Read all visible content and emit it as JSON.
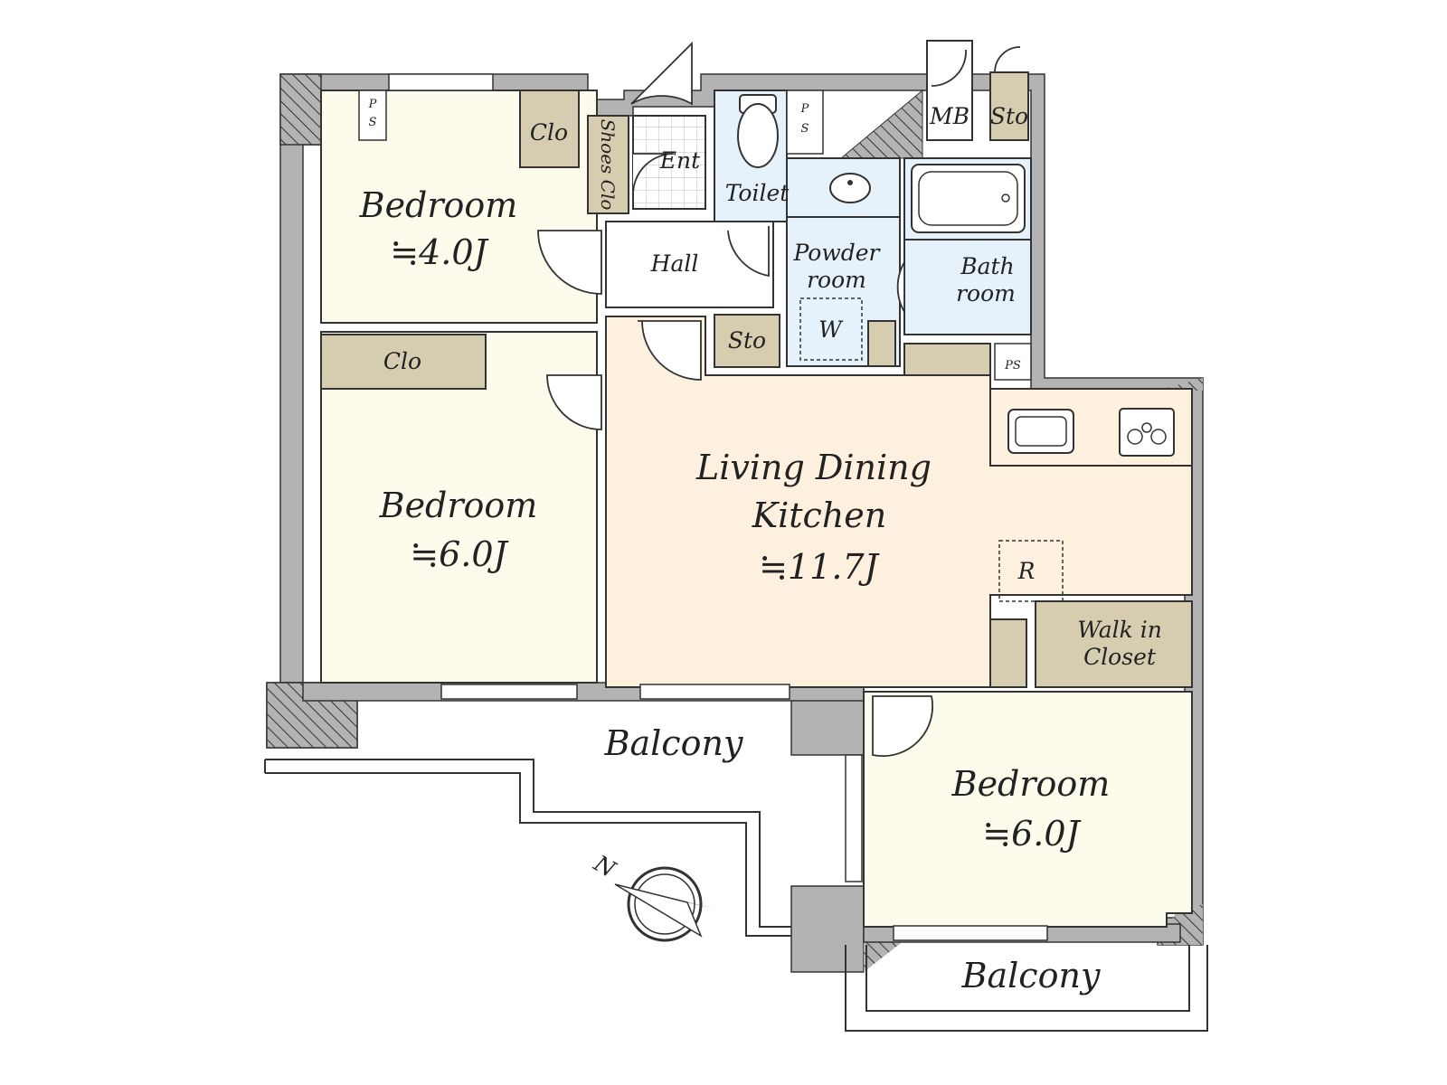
{
  "floorplan": {
    "rooms": {
      "bedroom_nw": {
        "name": "Bedroom",
        "size": "≒4.0J"
      },
      "bedroom_w": {
        "name": "Bedroom",
        "size": "≒6.0J"
      },
      "bedroom_se": {
        "name": "Bedroom",
        "size": "≒6.0J"
      },
      "ldk": {
        "line1": "Living Dining",
        "line2": "Kitchen",
        "size": "≒11.7J"
      },
      "hall": "Hall",
      "entrance": "Ent",
      "toilet": "Toilet",
      "powder_line1": "Powder",
      "powder_line2": "room",
      "washer": "W",
      "bath_line1": "Bath",
      "bath_line2": "room",
      "wic_line1": "Walk in",
      "wic_line2": "Closet",
      "refrigerator": "R"
    },
    "storage": {
      "clo_nw": "Clo",
      "clo_w": "Clo",
      "shoes_clo": "Shoes Clo",
      "sto_hall": "Sto",
      "sto_out": "Sto",
      "mb": "MB",
      "ps": "PS",
      "ps_p": "P",
      "ps_s": "S"
    },
    "balconies": {
      "south": "Balcony",
      "east": "Balcony"
    },
    "compass": {
      "label": "N"
    }
  },
  "colors": {
    "wall": "#b3b3b3",
    "bedroom": "#fdfbec",
    "ldk": "#fdf0df",
    "wet": "#e6f2fb",
    "storage": "#d6cdb0",
    "line": "#333333"
  }
}
